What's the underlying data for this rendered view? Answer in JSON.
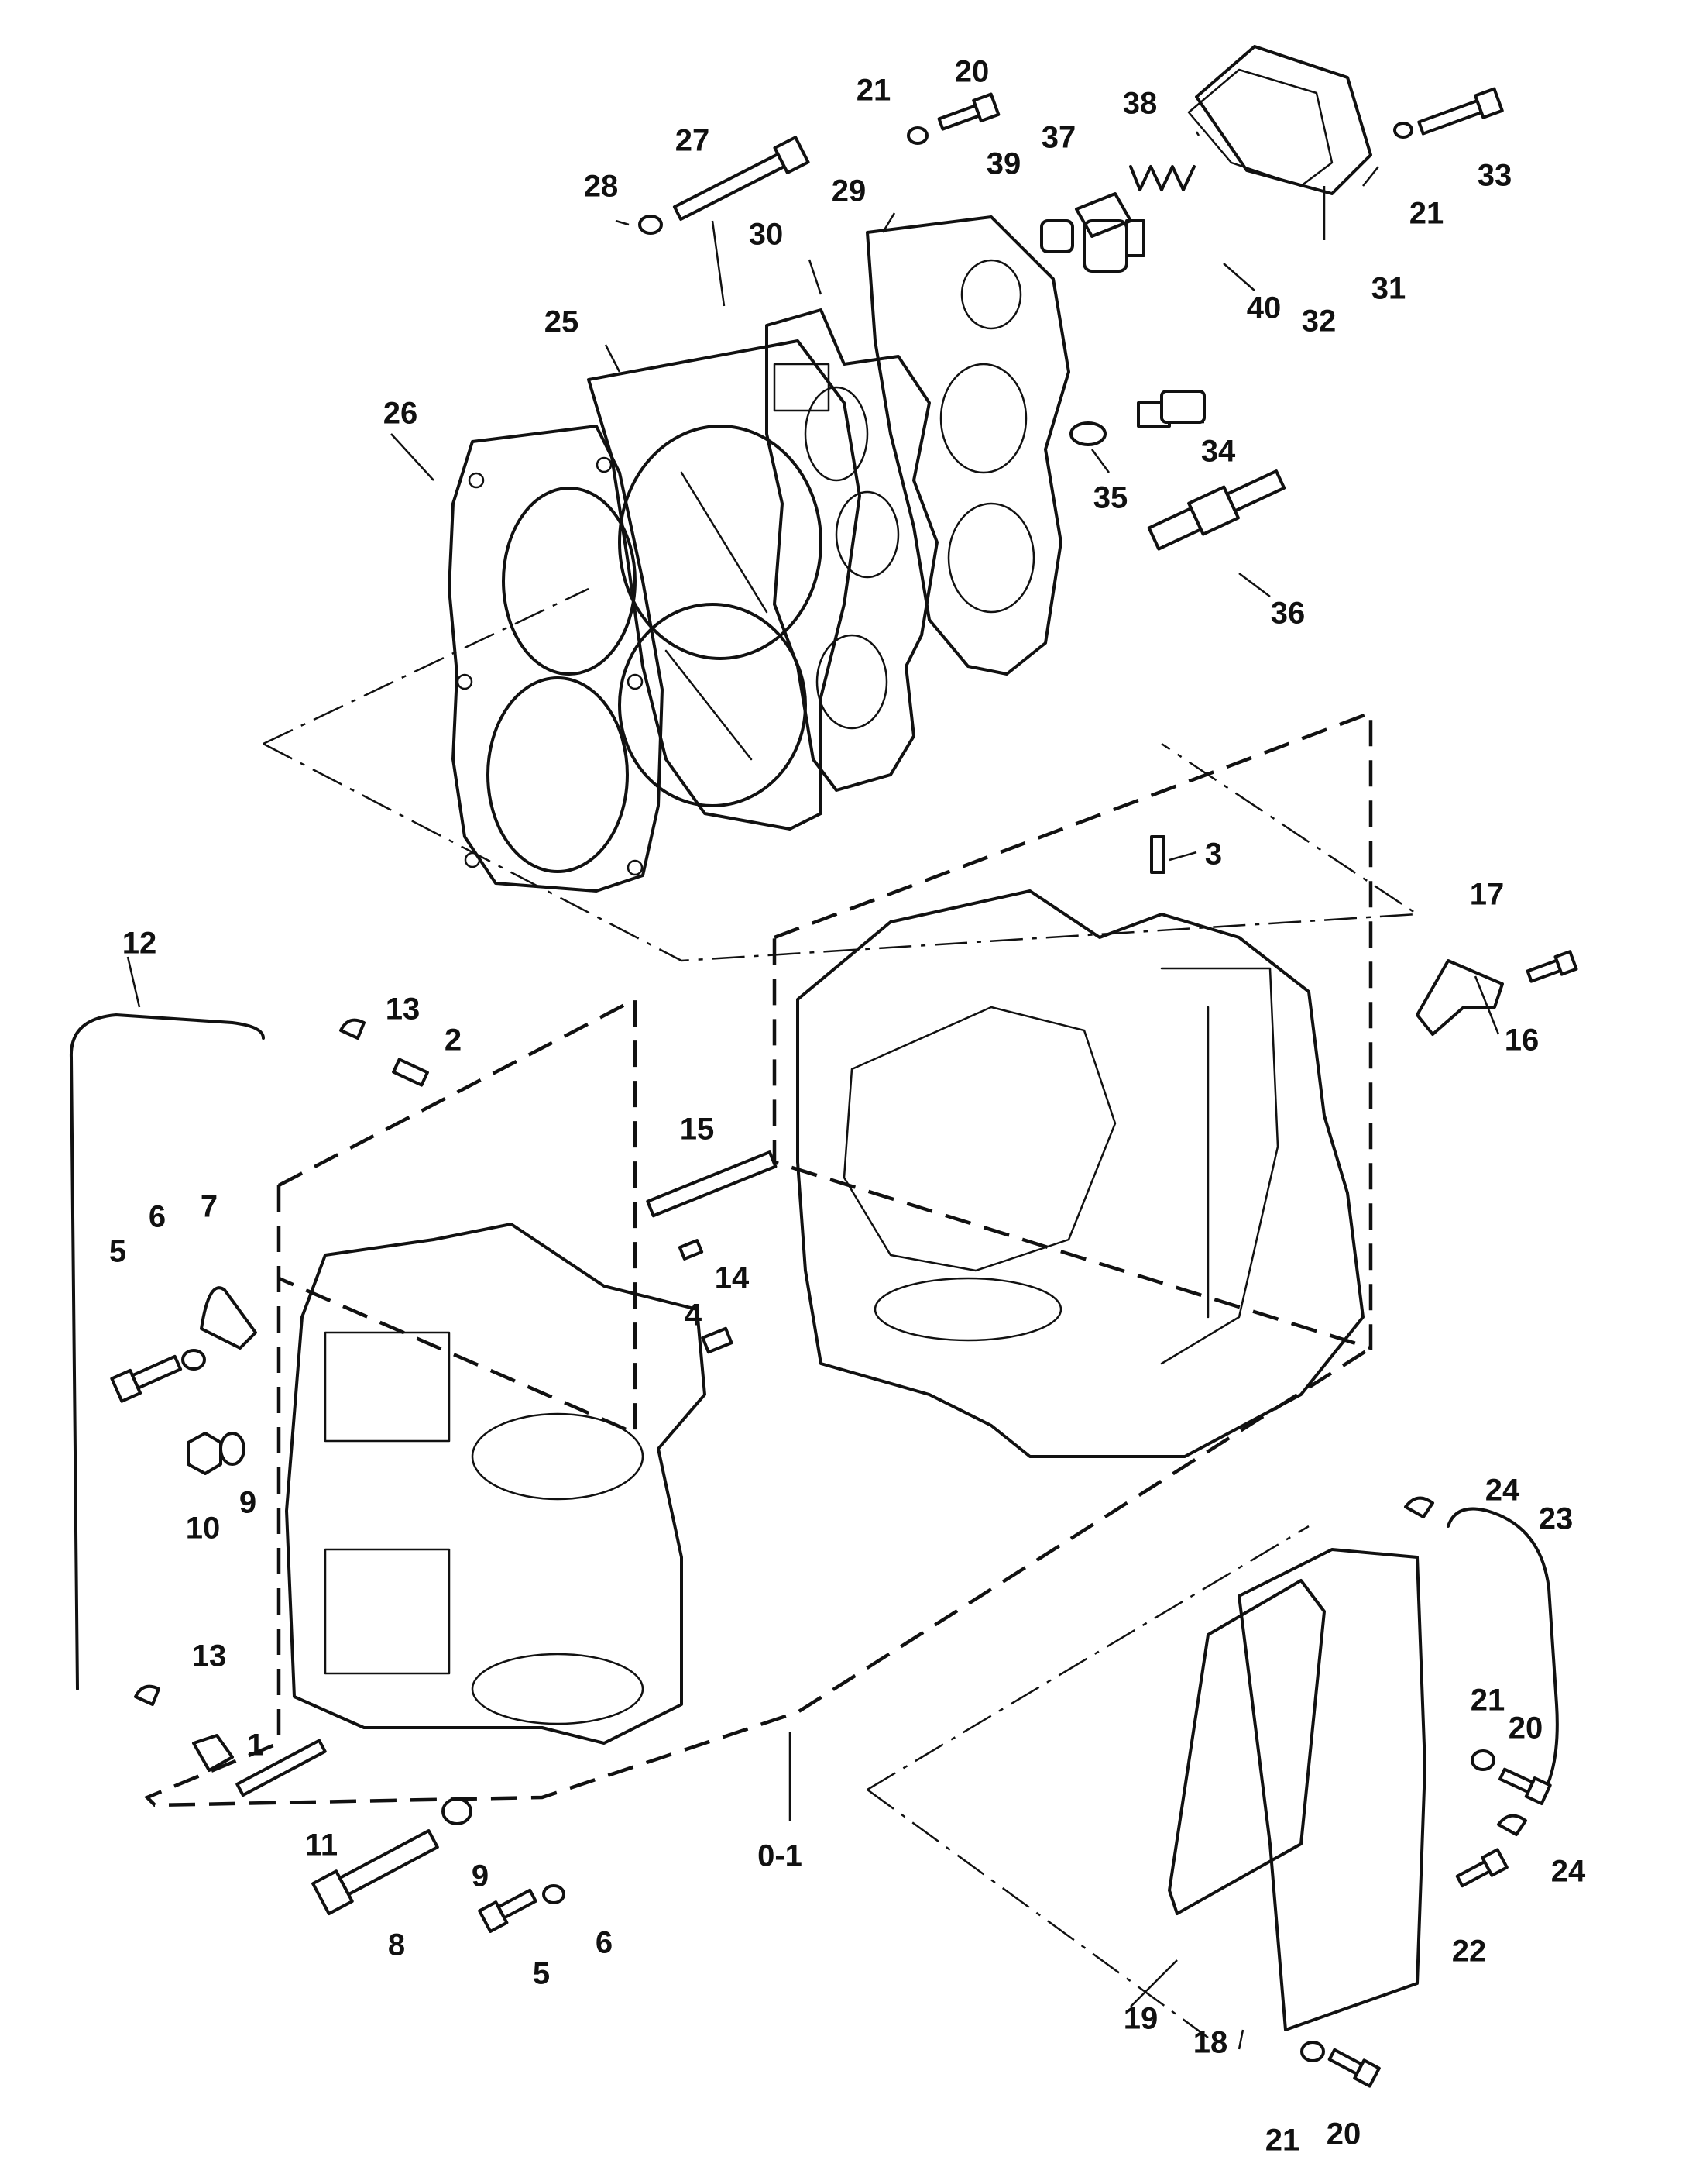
{
  "diagram": {
    "type": "exploded parts diagram",
    "callouts": {
      "c1": "1",
      "c2": "2",
      "c3": "3",
      "c4": "4",
      "c5a": "5",
      "c5b": "5",
      "c6a": "6",
      "c6b": "6",
      "c7": "7",
      "c8": "8",
      "c9a": "9",
      "c9b": "9",
      "c10": "10",
      "c11": "11",
      "c12": "12",
      "c13a": "13",
      "c13b": "13",
      "c14": "14",
      "c15": "15",
      "c16": "16",
      "c17": "17",
      "c18": "18",
      "c19": "19",
      "c20a": "20",
      "c20b": "20",
      "c20c": "20",
      "c21a": "21",
      "c21b": "21",
      "c21c": "21",
      "c21d": "21",
      "c22": "22",
      "c23": "23",
      "c24a": "24",
      "c24b": "24",
      "c25": "25",
      "c26": "26",
      "c27": "27",
      "c28": "28",
      "c29": "29",
      "c30": "30",
      "c31": "31",
      "c32": "32",
      "c33": "33",
      "c34": "34",
      "c35": "35",
      "c36": "36",
      "c37": "37",
      "c38": "38",
      "c39": "39",
      "c40": "40",
      "c01": "0-1"
    }
  }
}
